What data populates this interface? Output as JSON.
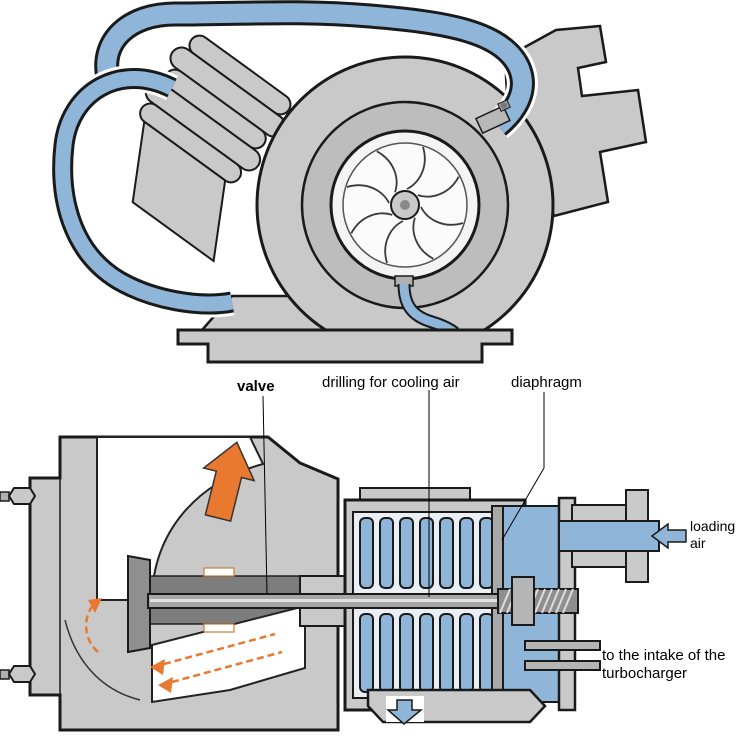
{
  "diagram": {
    "title": "turbocharger-and-wastegate-cross-section",
    "labels": {
      "valve": "valve",
      "drilling": "drilling for cooling air",
      "diaphragm": "diaphragm",
      "loading_air": "loading air",
      "intake": "to the intake of the turbocharger"
    },
    "colors": {
      "hose_blue": "#8fb6d8",
      "body_gray": "#c9c9c9",
      "arrow_orange": "#e8792e",
      "outline": "#1a1a1a"
    }
  }
}
